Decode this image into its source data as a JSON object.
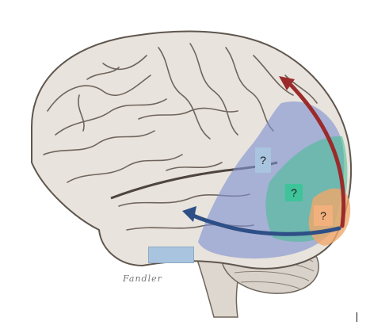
{
  "diagram": {
    "labels": [
      {
        "id": "upper-region",
        "text": "?",
        "color": "#a9c4de"
      },
      {
        "id": "middle-region",
        "text": "?",
        "color": "#3fc49a"
      },
      {
        "id": "posterior-region",
        "text": "?",
        "color": "#f2b07d"
      },
      {
        "id": "temporal-region",
        "text": "",
        "color": "#a9c4de"
      }
    ],
    "artist_signature": "Fandler",
    "colors": {
      "dorsal_stream": "#9b2b2b",
      "ventral_stream": "#2e4f86",
      "blue_overlay": "#7f92d1",
      "green_overlay": "#3fbf8f",
      "orange_overlay": "#f0a86a",
      "cortex": "#e8e3dc",
      "sulcus": "#6f655c"
    },
    "icons": [
      "brain-illustration",
      "dorsal-arrow",
      "ventral-arrow"
    ]
  }
}
